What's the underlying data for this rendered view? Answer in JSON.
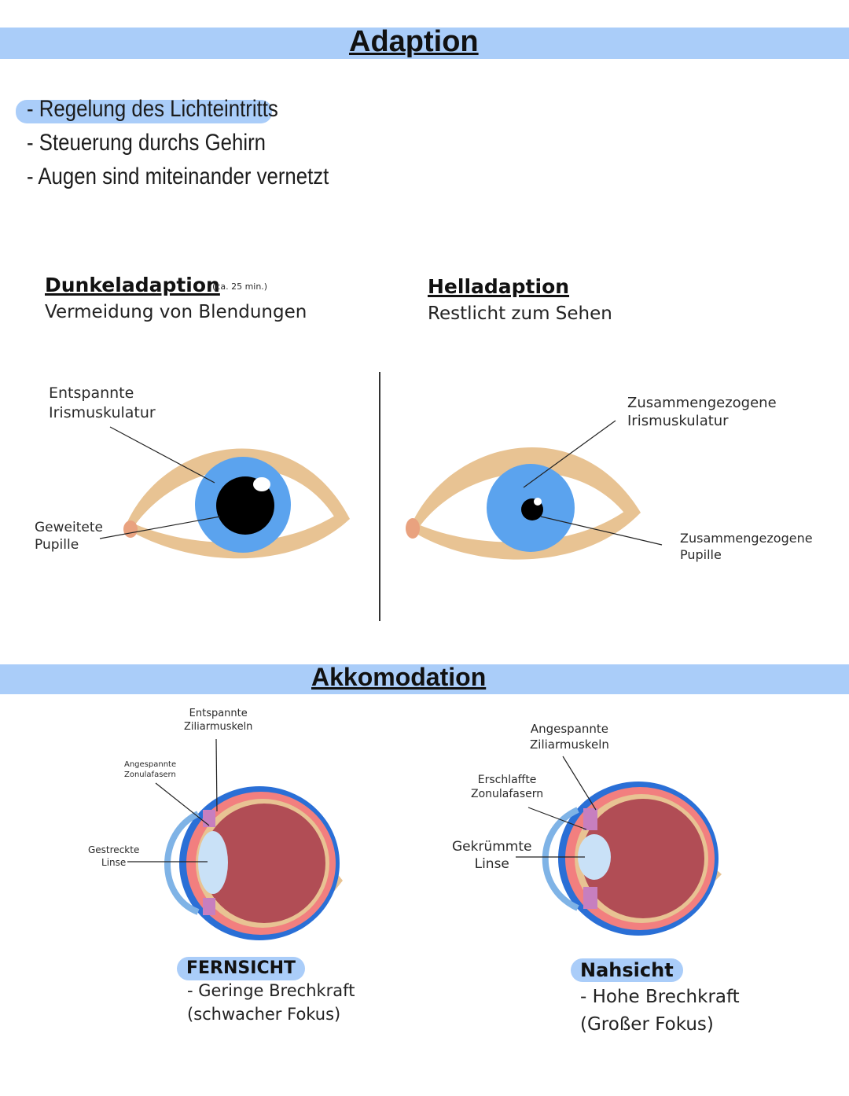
{
  "adaption": {
    "title": "Adaption",
    "bullets": [
      "- Regelung des Lichteintritts",
      "- Steuerung durchs Gehirn",
      "- Augen sind miteinander vernetzt"
    ]
  },
  "dunkel": {
    "title": "Dunkeladaption",
    "note": "(ca. 25 min.)",
    "subtitle": "Vermeidung von Blendungen",
    "label_iris_1": "Entspannte",
    "label_iris_2": "Irismuskulatur",
    "label_pupil_1": "Geweitete",
    "label_pupil_2": "Pupille"
  },
  "hell": {
    "title": "Helladaption",
    "subtitle": "Restlicht zum Sehen",
    "label_iris_1": "Zusammengezogene",
    "label_iris_2": "Irismuskulatur",
    "label_pupil_1": "Zusammengezogene",
    "label_pupil_2": "Pupille"
  },
  "akkomodation": {
    "title": "Akkomodation",
    "fern": {
      "label_cil_1": "Entspannte",
      "label_cil_2": "Ziliarmuskeln",
      "label_zon_1": "Angespannte",
      "label_zon_2": "Zonulafasern",
      "label_lens_1": "Gestreckte",
      "label_lens_2": "Linse",
      "pill": "FERNSICHT",
      "desc_1": "- Geringe Brechkraft",
      "desc_2": "(schwacher Fokus)"
    },
    "nah": {
      "label_cil_1": "Angespannte",
      "label_cil_2": "Ziliarmuskeln",
      "label_zon_1": "Erschlaffte",
      "label_zon_2": "Zonulafasern",
      "label_lens_1": "Gekrümmte",
      "label_lens_2": "Linse",
      "pill": "Nahsicht",
      "desc_1": "- Hohe Brechkraft",
      "desc_2": "(Großer Fokus)"
    }
  },
  "colors": {
    "band": "#aacdf9",
    "skin": "#e8c393",
    "iris": "#5ba3ee",
    "sclera_outer": "#2a6fd6",
    "choroid": "#f27f7f",
    "vitreous": "#b14d55",
    "lens": "#c9e1f7"
  }
}
